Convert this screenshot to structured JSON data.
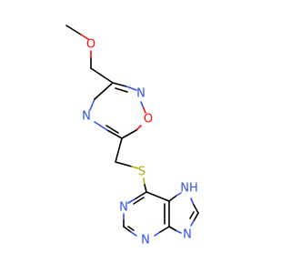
{
  "colors": {
    "carbon_bond": "#000000",
    "oxygen": "#ff0d0d",
    "nitrogen": "#3050f8",
    "sulfur": "#b2b200"
  },
  "atoms": {
    "o_methoxy": "O",
    "n_oxadiazole_2": "N",
    "o_oxadiazole_1": "O",
    "n_oxadiazole_4": "N",
    "s_thioether": "S",
    "nh_imidazole": "NH",
    "n_pyrimidine_1": "N",
    "n_pyrimidine_3": "N",
    "n_imidazole_9": "N"
  }
}
